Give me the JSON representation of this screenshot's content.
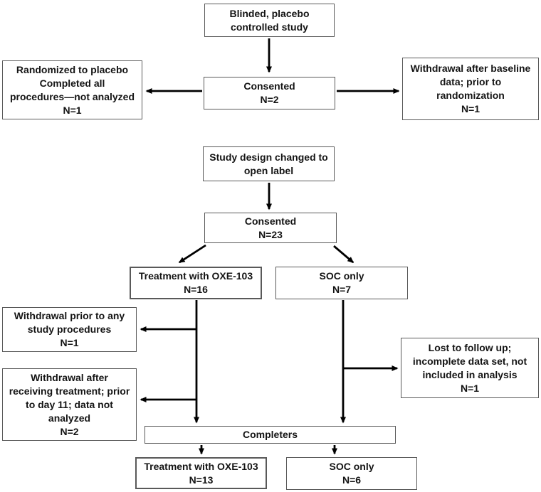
{
  "diagram": {
    "type": "flowchart",
    "colors": {
      "background": "#ffffff",
      "box_border": "#595959",
      "arrow": "#000000",
      "text": "#141414"
    },
    "nodes": {
      "blinded": {
        "label": "Blinded, placebo\ncontrolled study"
      },
      "consented2": {
        "label": "Consented\nN=2"
      },
      "randomized": {
        "label": "Randomized to placebo\nCompleted all\nprocedures—not analyzed\nN=1"
      },
      "withdraw_baseline": {
        "label": "Withdrawal after baseline\ndata; prior to\nrandomization\nN=1"
      },
      "study_design": {
        "label": "Study design changed to\nopen label"
      },
      "consented23": {
        "label": "Consented\nN=23"
      },
      "treatment16": {
        "label": "Treatment with OXE-103\nN=16"
      },
      "soc7": {
        "label": "SOC only\nN=7"
      },
      "withdraw_prior": {
        "label": "Withdrawal prior to any\nstudy procedures\nN=1"
      },
      "withdraw_after": {
        "label": "Withdrawal after\nreceiving treatment; prior\nto day 11; data not\nanalyzed\nN=2"
      },
      "lost_followup": {
        "label": "Lost to follow up;\nincomplete data set, not\nincluded in analysis\nN=1"
      },
      "completers": {
        "label": "Completers"
      },
      "treatment13": {
        "label": "Treatment with OXE-103\nN=13"
      },
      "soc6": {
        "label": "SOC only\nN=6"
      }
    }
  }
}
